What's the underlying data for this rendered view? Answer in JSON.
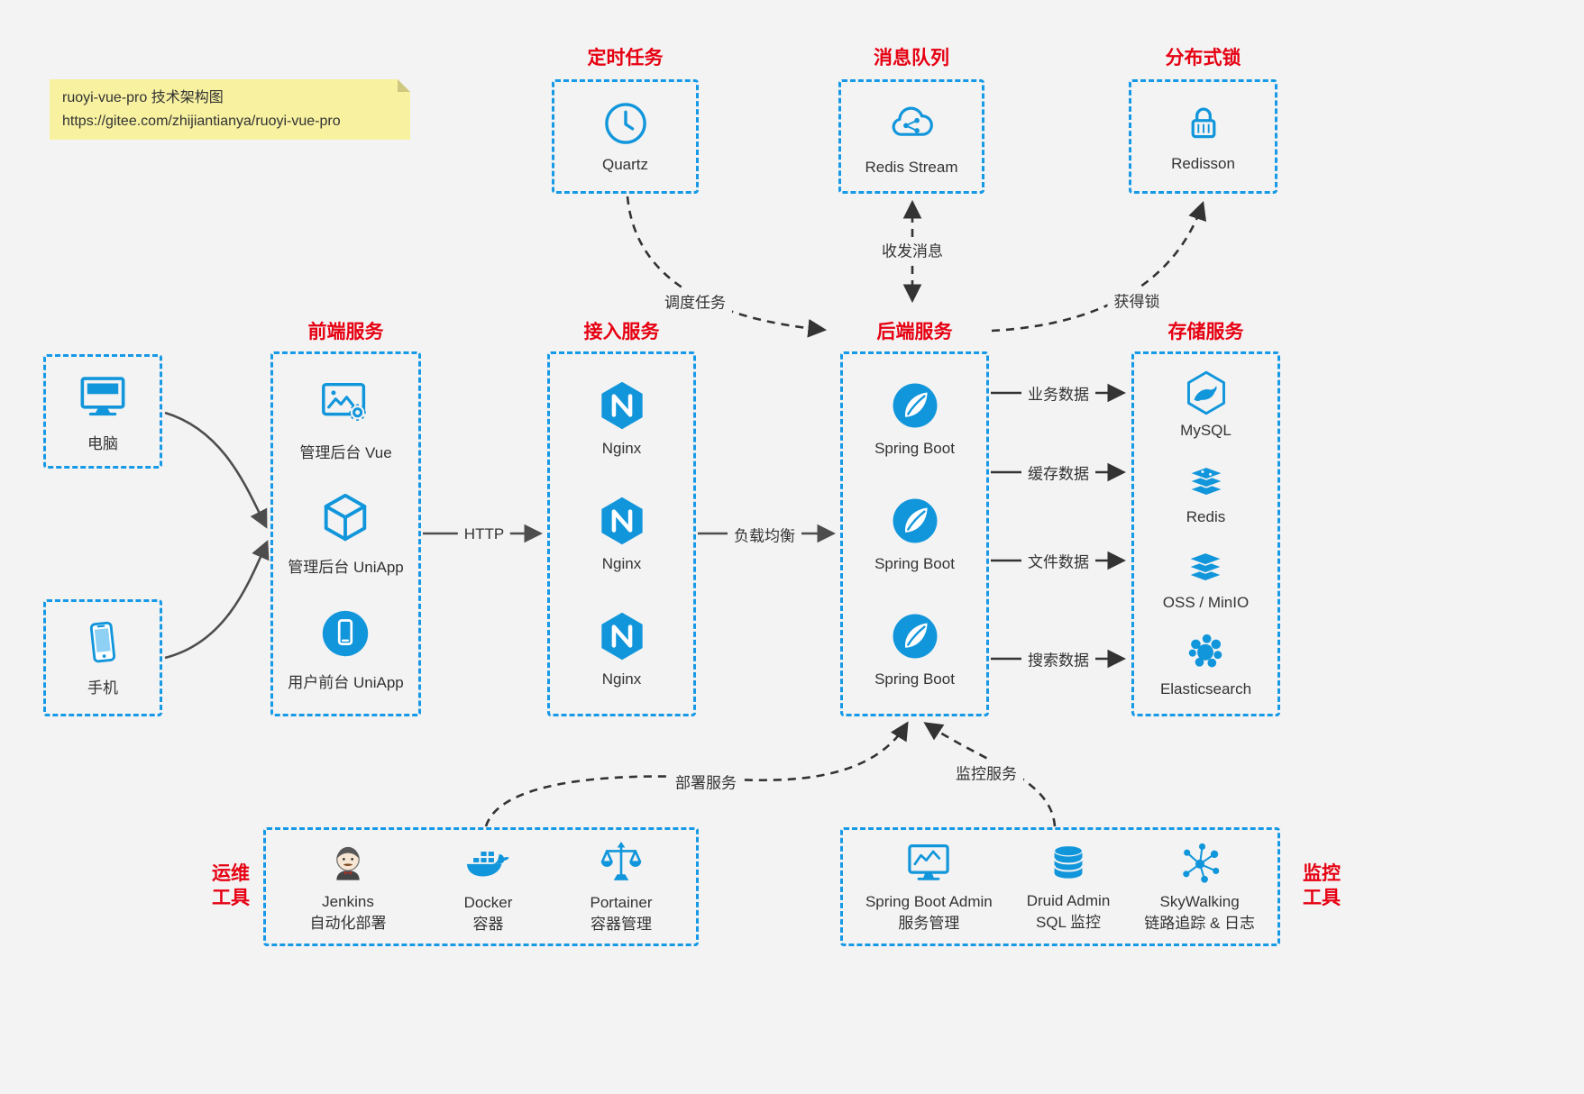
{
  "colors": {
    "accent_blue": "#1296db",
    "border_blue": "#1699e6",
    "title_red": "#e60012",
    "note_bg": "#f7f1a0",
    "canvas_bg": "#f3f3f3",
    "text": "#333333"
  },
  "note": {
    "line1": "ruoyi-vue-pro 技术架构图",
    "line2": "https://gitee.com/zhijiantianya/ruoyi-vue-pro"
  },
  "top": {
    "scheduler": {
      "title": "定时任务",
      "label": "Quartz"
    },
    "mq": {
      "title": "消息队列",
      "label": "Redis Stream"
    },
    "lock": {
      "title": "分布式锁",
      "label": "Redisson"
    }
  },
  "clients": {
    "pc": {
      "label": "电脑"
    },
    "phone": {
      "label": "手机"
    }
  },
  "frontend": {
    "title": "前端服务",
    "items": [
      {
        "label": "管理后台 Vue"
      },
      {
        "label": "管理后台 UniApp"
      },
      {
        "label": "用户前台 UniApp"
      }
    ]
  },
  "access": {
    "title": "接入服务",
    "items": [
      {
        "label": "Nginx"
      },
      {
        "label": "Nginx"
      },
      {
        "label": "Nginx"
      }
    ]
  },
  "backend": {
    "title": "后端服务",
    "items": [
      {
        "label": "Spring Boot"
      },
      {
        "label": "Spring Boot"
      },
      {
        "label": "Spring Boot"
      }
    ]
  },
  "storage": {
    "title": "存储服务",
    "items": [
      {
        "label": "MySQL"
      },
      {
        "label": "Redis"
      },
      {
        "label": "OSS / MinIO"
      },
      {
        "label": "Elasticsearch"
      }
    ]
  },
  "ops": {
    "title_line1": "运维",
    "title_line2": "工具",
    "items": [
      {
        "label": "Jenkins",
        "sub": "自动化部署"
      },
      {
        "label": "Docker",
        "sub": "容器"
      },
      {
        "label": "Portainer",
        "sub": "容器管理"
      }
    ]
  },
  "monitoring": {
    "title_line1": "监控",
    "title_line2": "工具",
    "items": [
      {
        "label": "Spring Boot Admin",
        "sub": "服务管理"
      },
      {
        "label": "Druid Admin",
        "sub": "SQL 监控"
      },
      {
        "label": "SkyWalking",
        "sub": "链路追踪 & 日志"
      }
    ]
  },
  "edges": {
    "schedule": "调度任务",
    "message": "收发消息",
    "acquire_lock": "获得锁",
    "http": "HTTP",
    "load_balance": "负载均衡",
    "business_data": "业务数据",
    "cache_data": "缓存数据",
    "file_data": "文件数据",
    "search_data": "搜索数据",
    "deploy": "部署服务",
    "monitor": "监控服务"
  }
}
